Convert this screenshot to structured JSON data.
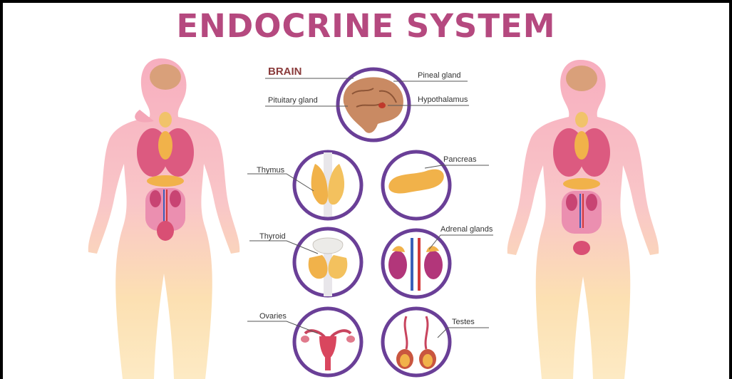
{
  "title": "ENDOCRINE SYSTEM",
  "brain_heading": "BRAIN",
  "labels": {
    "pineal_gland": "Pineal gland",
    "pituitary_gland": "Pituitary gland",
    "hypothalamus": "Hypothalamus",
    "thymus": "Thymus",
    "pancreas": "Pancreas",
    "thyroid": "Thyroid",
    "adrenal_glands": "Adrenal glands",
    "ovaries": "Ovaries",
    "testes": "Testes"
  },
  "colors": {
    "title": "#b5497f",
    "circle_ring": "#6a3f97",
    "body_upper": "#f7b7c4",
    "body_lower": "#fbe3b0",
    "organ_pink": "#d9527b",
    "gland_orange": "#f1b24a"
  }
}
